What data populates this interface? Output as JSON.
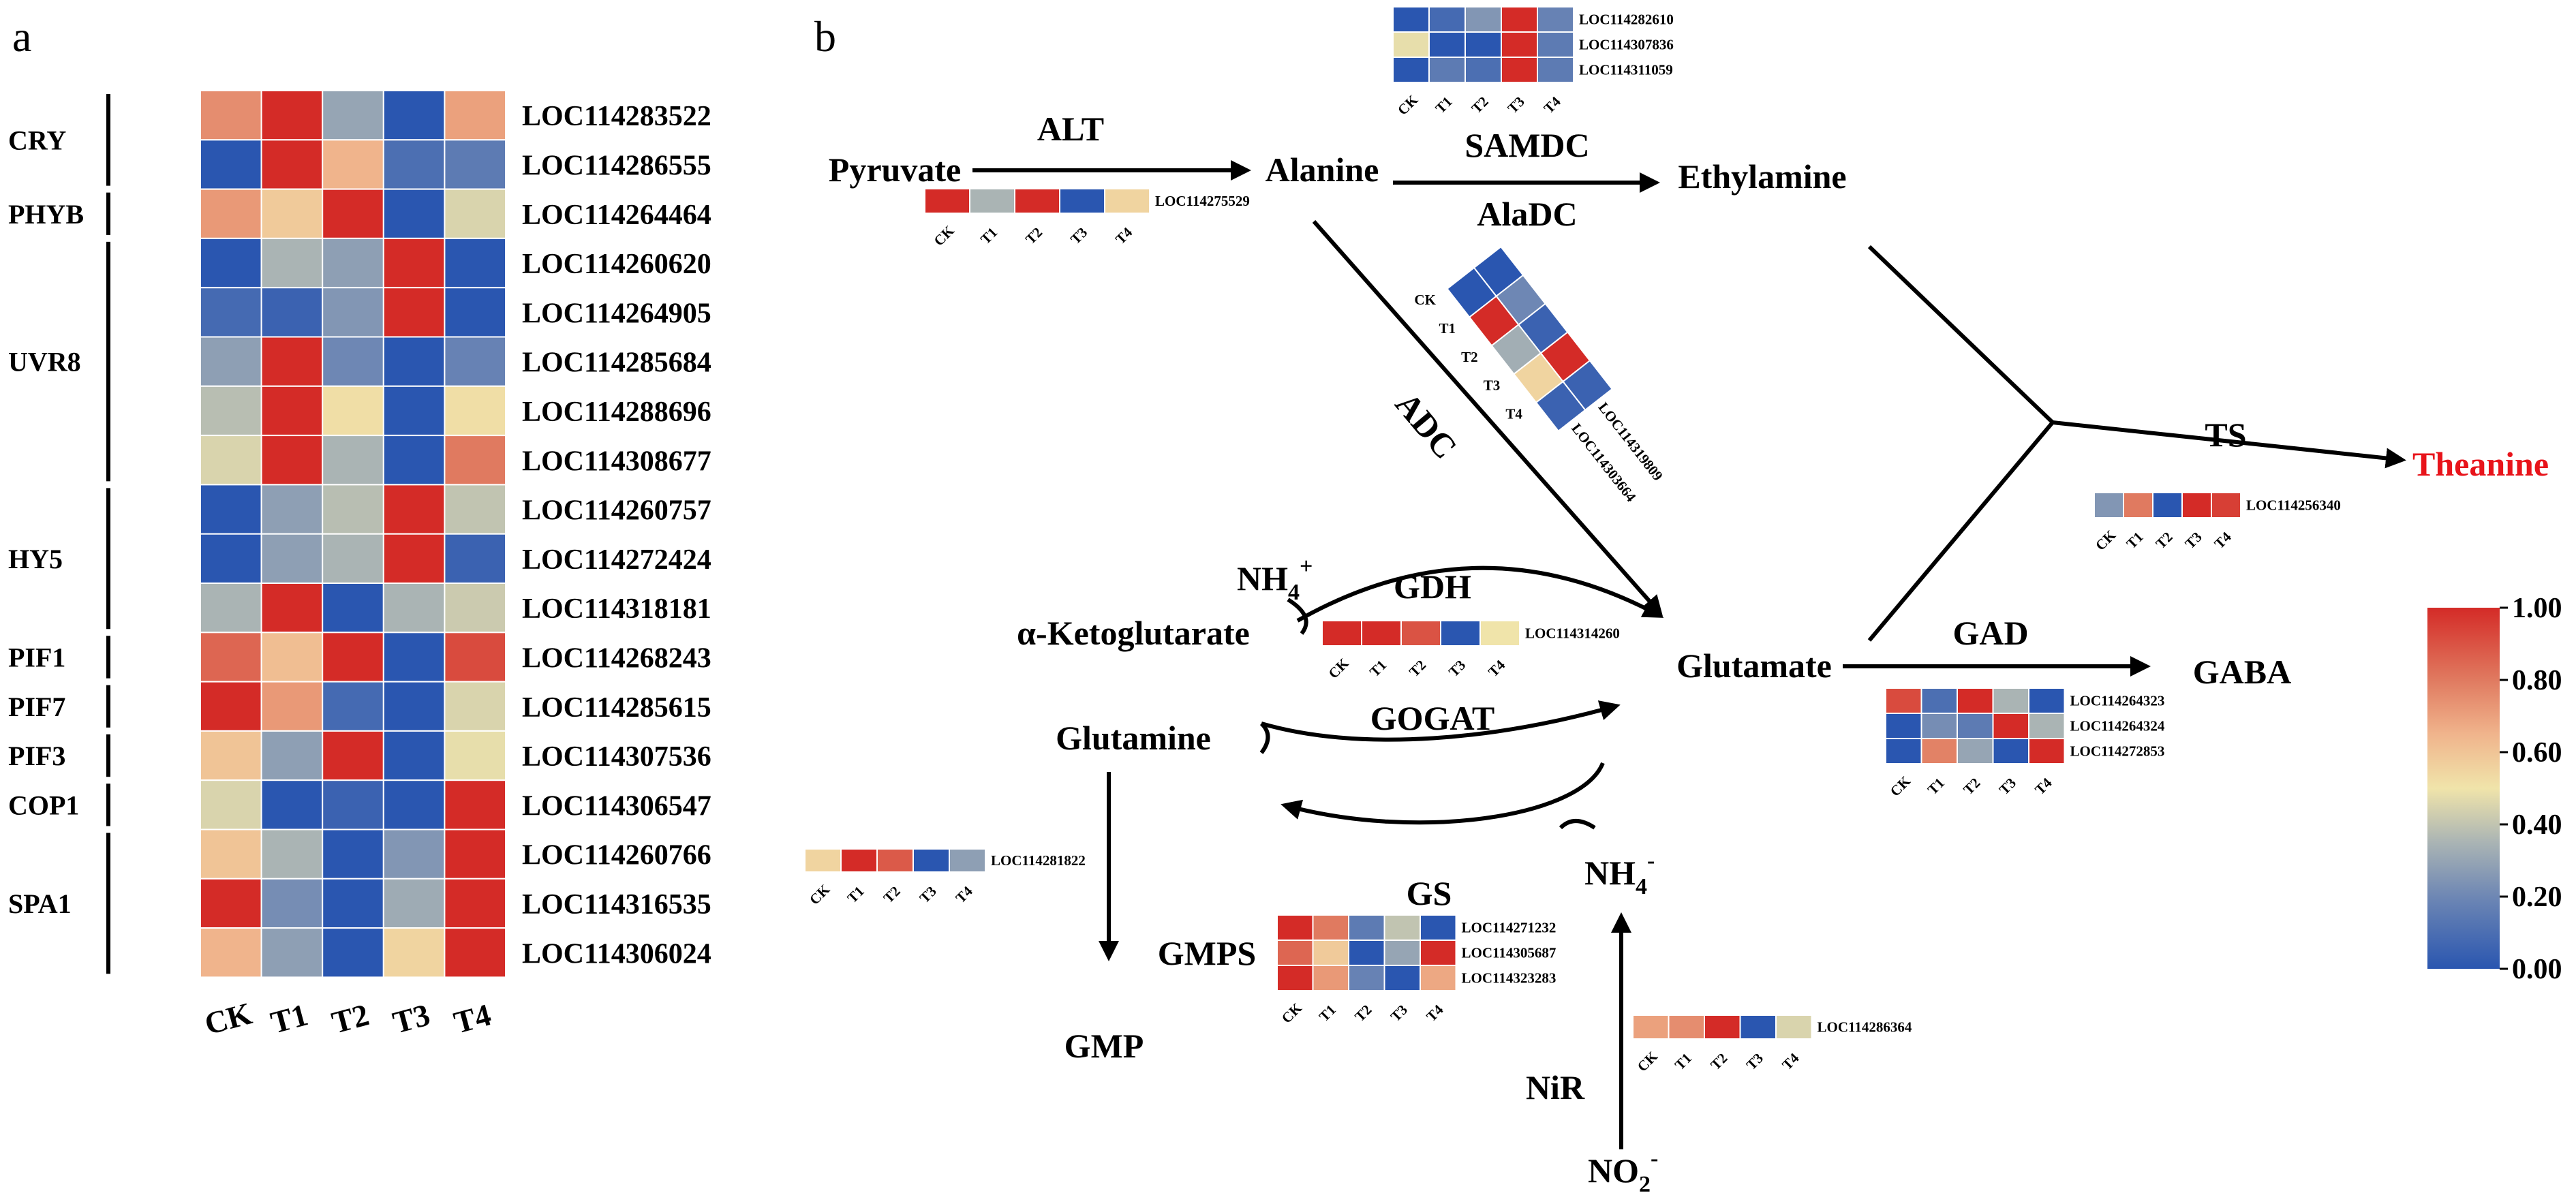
{
  "panel_labels": {
    "a": "a",
    "b": "b"
  },
  "colors": {
    "low": "#2a56b0",
    "mid": "#f0e4aa",
    "high": "#d42b27",
    "theanine": "#e8141b"
  },
  "colorbar": {
    "ticks": [
      "1.00",
      "0.80",
      "0.60",
      "0.40",
      "0.20",
      "0.00"
    ],
    "range": [
      0,
      1
    ]
  },
  "panel_a": {
    "columns": [
      "CK",
      "T1",
      "T2",
      "T3",
      "T4"
    ],
    "groups": [
      {
        "name": "CRY",
        "rows": [
          {
            "gene": "LOC114283522",
            "values": [
              0.75,
              1,
              0.3,
              0,
              0.7
            ]
          },
          {
            "gene": "LOC114286555",
            "values": [
              0,
              1,
              0.65,
              0.1,
              0.15
            ]
          }
        ]
      },
      {
        "name": "PHYB",
        "rows": [
          {
            "gene": "LOC114264464",
            "values": [
              0.72,
              0.58,
              1,
              0,
              0.45
            ]
          }
        ]
      },
      {
        "name": "UVR8",
        "rows": [
          {
            "gene": "LOC114260620",
            "values": [
              0,
              0.35,
              0.28,
              1,
              0
            ]
          },
          {
            "gene": "LOC114264905",
            "values": [
              0.08,
              0.05,
              0.25,
              1,
              0
            ]
          },
          {
            "gene": "LOC114285684",
            "values": [
              0.28,
              1,
              0.2,
              0,
              0.18
            ]
          },
          {
            "gene": "LOC114288696",
            "values": [
              0.38,
              1,
              0.52,
              0,
              0.52
            ]
          },
          {
            "gene": "LOC114308677",
            "values": [
              0.45,
              1,
              0.35,
              0,
              0.8
            ]
          }
        ]
      },
      {
        "name": "HY5",
        "rows": [
          {
            "gene": "LOC114260757",
            "values": [
              0,
              0.28,
              0.38,
              1,
              0.4
            ]
          },
          {
            "gene": "LOC114272424",
            "values": [
              0,
              0.28,
              0.35,
              1,
              0.05
            ]
          },
          {
            "gene": "LOC114318181",
            "values": [
              0.35,
              1,
              0,
              0.35,
              0.42
            ]
          }
        ]
      },
      {
        "name": "PIF1",
        "rows": [
          {
            "gene": "LOC114268243",
            "values": [
              0.85,
              0.62,
              1,
              0,
              0.92
            ]
          }
        ]
      },
      {
        "name": "PIF7",
        "rows": [
          {
            "gene": "LOC114285615",
            "values": [
              1,
              0.72,
              0.08,
              0,
              0.45
            ]
          }
        ]
      },
      {
        "name": "PIF3",
        "rows": [
          {
            "gene": "LOC114307536",
            "values": [
              0.6,
              0.28,
              1,
              0,
              0.48
            ]
          }
        ]
      },
      {
        "name": "COP1",
        "rows": [
          {
            "gene": "LOC114306547",
            "values": [
              0.45,
              0,
              0.05,
              0,
              1
            ]
          }
        ]
      },
      {
        "name": "SPA1",
        "rows": [
          {
            "gene": "LOC114260766",
            "values": [
              0.6,
              0.35,
              0,
              0.25,
              1
            ]
          },
          {
            "gene": "LOC114316535",
            "values": [
              1,
              0.22,
              0,
              0.32,
              1
            ]
          },
          {
            "gene": "LOC114306024",
            "values": [
              0.65,
              0.28,
              0,
              0.55,
              1
            ]
          }
        ]
      }
    ]
  },
  "panel_b": {
    "metabolites": {
      "pyruvate": "Pyruvate",
      "alanine": "Alanine",
      "ethylamine": "Ethylamine",
      "theanine": "Theanine",
      "alpha_ketoglutarate": "α-Ketoglutarate",
      "glutamate": "Glutamate",
      "gaba": "GABA",
      "glutamine": "Glutamine",
      "gmp": "GMP",
      "nh4_plus": {
        "base": "NH",
        "sub": "4",
        "sup": "+"
      },
      "nh4_minus": {
        "base": "NH",
        "sub": "4",
        "sup": "-"
      },
      "no2_minus": {
        "base": "NO",
        "sub": "2",
        "sup": "-"
      }
    },
    "enzymes": {
      "alt": "ALT",
      "samdc": "SAMDC",
      "aladc": "AlaDC",
      "adc": "ADC",
      "ts": "TS",
      "gdh": "GDH",
      "gad": "GAD",
      "gogat": "GOGAT",
      "gmps": "GMPS",
      "gs": "GS",
      "nir": "NiR"
    },
    "heatmaps": [
      {
        "id": "samdc",
        "columns": [
          "CK",
          "T1",
          "T2",
          "T3",
          "T4"
        ],
        "genes": [
          {
            "gene": "LOC114282610",
            "values": [
              0,
              0.08,
              0.25,
              1,
              0.18
            ]
          },
          {
            "gene": "LOC114307836",
            "values": [
              0.48,
              0,
              0,
              1,
              0.15
            ]
          },
          {
            "gene": "LOC114311059",
            "values": [
              0,
              0.15,
              0.1,
              1,
              0.15
            ]
          }
        ]
      },
      {
        "id": "alt",
        "columns": [
          "CK",
          "T1",
          "T2",
          "T3",
          "T4"
        ],
        "genes": [
          {
            "gene": "LOC114275529",
            "values": [
              1,
              0.35,
              1,
              0,
              0.55
            ]
          }
        ]
      },
      {
        "id": "aladc",
        "columns": [
          "CK",
          "T1",
          "T2",
          "T3",
          "T4"
        ],
        "genes": [
          {
            "gene": "LOC114319809",
            "values": [
              0,
              0.2,
              0.05,
              1,
              0.05
            ]
          },
          {
            "gene": "LOC114303664",
            "values": [
              0,
              1,
              0.33,
              0.55,
              0.05
            ]
          }
        ]
      },
      {
        "id": "ts",
        "columns": [
          "CK",
          "T1",
          "T2",
          "T3",
          "T4"
        ],
        "genes": [
          {
            "gene": "LOC114256340",
            "values": [
              0.25,
              0.8,
              0,
              1,
              0.95
            ]
          }
        ]
      },
      {
        "id": "gdh",
        "columns": [
          "CK",
          "T1",
          "T2",
          "T3",
          "T4"
        ],
        "genes": [
          {
            "gene": "LOC114314260",
            "values": [
              1,
              1,
              0.9,
              0,
              0.5
            ]
          }
        ]
      },
      {
        "id": "gad",
        "columns": [
          "CK",
          "T1",
          "T2",
          "T3",
          "T4"
        ],
        "genes": [
          {
            "gene": "LOC114264323",
            "values": [
              0.92,
              0.1,
              1,
              0.35,
              0
            ]
          },
          {
            "gene": "LOC114264324",
            "values": [
              0,
              0.22,
              0.15,
              1,
              0.35
            ]
          },
          {
            "gene": "LOC114272853",
            "values": [
              0,
              0.78,
              0.3,
              0,
              1
            ]
          }
        ]
      },
      {
        "id": "gmps",
        "columns": [
          "CK",
          "T1",
          "T2",
          "T3",
          "T4"
        ],
        "genes": [
          {
            "gene": "LOC114281822",
            "values": [
              0.55,
              1,
              0.88,
              0,
              0.28
            ]
          }
        ]
      },
      {
        "id": "gs",
        "columns": [
          "CK",
          "T1",
          "T2",
          "T3",
          "T4"
        ],
        "genes": [
          {
            "gene": "LOC114271232",
            "values": [
              1,
              0.8,
              0.15,
              0.4,
              0
            ]
          },
          {
            "gene": "LOC114305687",
            "values": [
              0.85,
              0.58,
              0,
              0.3,
              1
            ]
          },
          {
            "gene": "LOC114323283",
            "values": [
              1,
              0.72,
              0.18,
              0,
              0.68
            ]
          }
        ]
      },
      {
        "id": "nir",
        "columns": [
          "CK",
          "T1",
          "T2",
          "T3",
          "T4"
        ],
        "genes": [
          {
            "gene": "LOC114286364",
            "values": [
              0.7,
              0.75,
              1,
              0,
              0.45
            ]
          }
        ]
      }
    ]
  }
}
